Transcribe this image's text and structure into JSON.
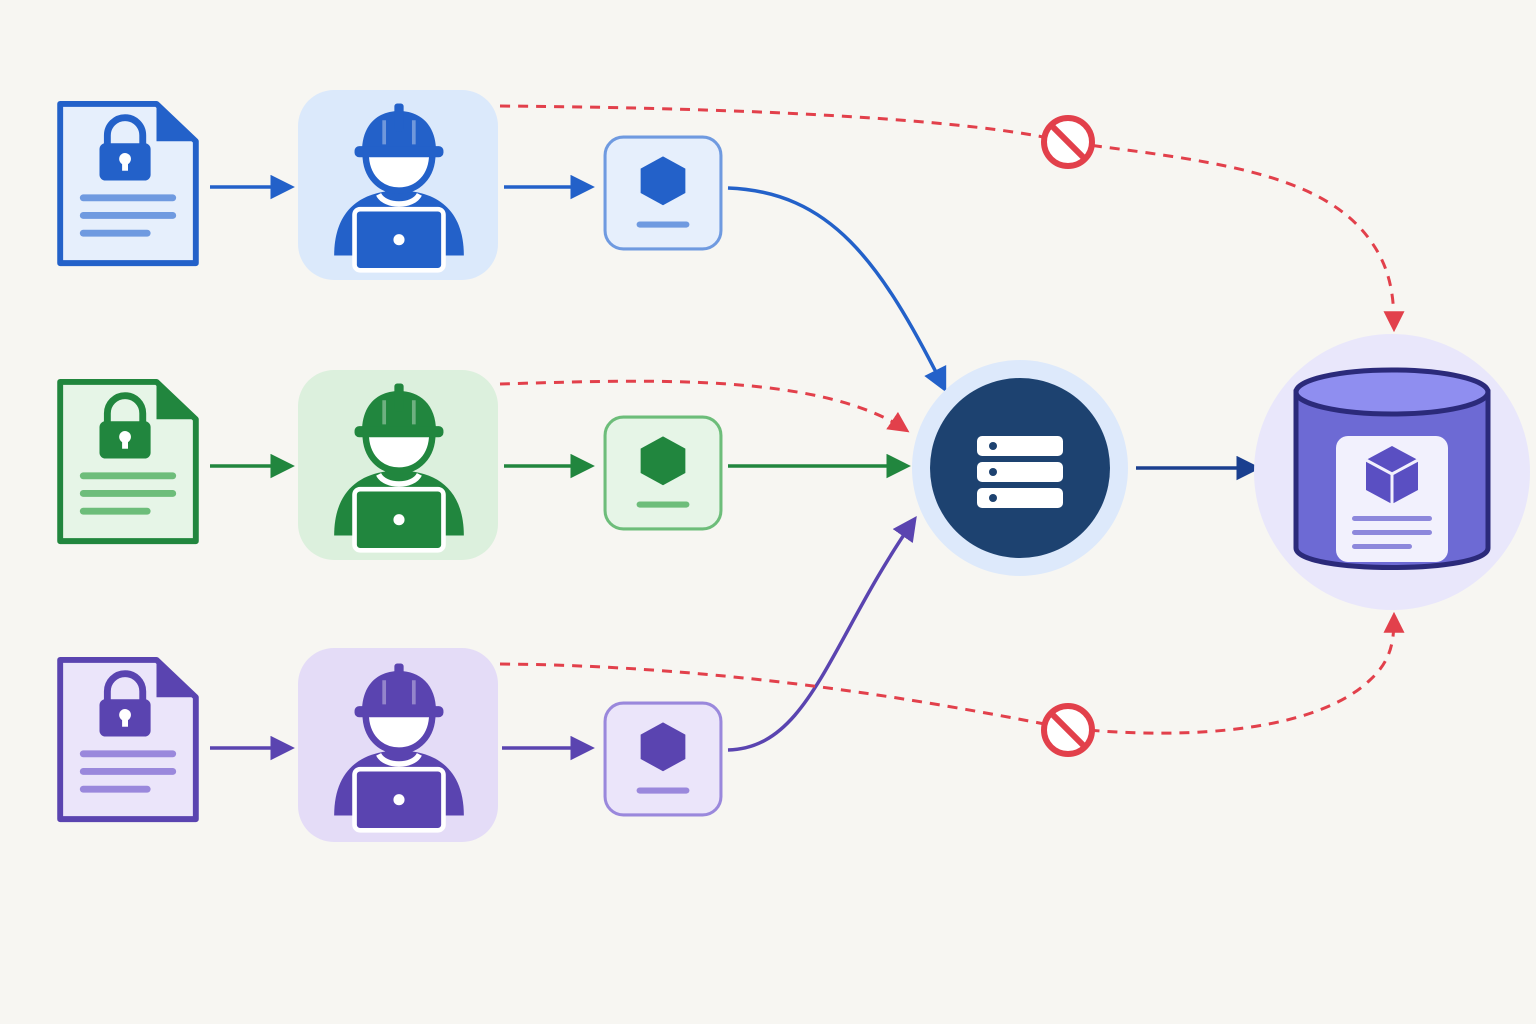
{
  "diagram": {
    "lanes": [
      {
        "id": "blue",
        "color": "#2361c9",
        "light": "#dbe9fb",
        "soft": "#e6effc",
        "mid": "#6f9ae0",
        "document_icon": "locked-document-icon",
        "worker_icon": "engineer-laptop-icon",
        "artifact_icon": "hexagon-artifact-icon",
        "to_aggregator": "solid",
        "to_store": "dashed-blocked"
      },
      {
        "id": "green",
        "color": "#21863e",
        "light": "#dcf0dd",
        "soft": "#e6f5e7",
        "mid": "#6dbd7a",
        "document_icon": "locked-document-icon",
        "worker_icon": "engineer-laptop-icon",
        "artifact_icon": "hexagon-artifact-icon",
        "to_aggregator": "solid",
        "to_store": "dashed-to-aggregator"
      },
      {
        "id": "purple",
        "color": "#5a44b0",
        "light": "#e4dcf7",
        "soft": "#ebe5fa",
        "mid": "#9a88dc",
        "document_icon": "locked-document-icon",
        "worker_icon": "engineer-laptop-icon",
        "artifact_icon": "hexagon-artifact-icon",
        "to_aggregator": "solid",
        "to_store": "dashed-blocked"
      }
    ],
    "aggregator": {
      "icon": "server-stack-icon",
      "color": "#1d4270",
      "halo": "#dde9fb"
    },
    "store": {
      "icon": "database-cube-icon",
      "color": "#6d6ad4",
      "halo": "#e9e7fb"
    },
    "blocked": {
      "icon": "no-entry-icon",
      "color": "#e2404b"
    }
  }
}
